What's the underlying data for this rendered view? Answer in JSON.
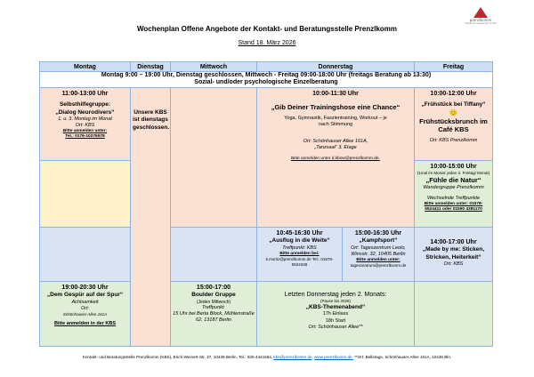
{
  "title": "Wochenplan Offene Angebote der Kontakt- und Beratungsstelle Prenzlkomm",
  "stand": "Stand 18. März 2026",
  "logo": {
    "name": "prenzlkomm",
    "sub": "Soziale Dienstleistungen GmbH",
    "color": "#c0282d"
  },
  "days": [
    "Montag",
    "Dienstag",
    "Mittwoch",
    "Donnerstag",
    "Freitag"
  ],
  "info": {
    "line1": "Montag 9:00 – 19:00 Uhr, Dienstag geschlossen, Mittwoch - Freitag 09:00-18:00 Uhr (freitags Beratung ab 13:30)",
    "line2": "Sozial- und/oder psychologische Einzelberatung"
  },
  "mo1": {
    "time": "11:00-13:00 Uhr",
    "title1": "Selbsthilfegruppe:",
    "title2": "„Dialog Neurodivers“",
    "when": "1. u. 3. Montag im Monat",
    "ort": "Ort: KBS",
    "reg": "Bitte anmelden unter:",
    "tel": "Tel.: 0176-10276578"
  },
  "di": "Unsere KBS ist dienstags geschlossen.",
  "do1": {
    "time": "10:00-11:30 Uhr",
    "title": "„Gib Deiner Trainingshose eine Chance“",
    "desc": "Yoga, Gymnastik, Faszientraining, Workout – je nach Stimmung",
    "ort1": "Ort: Schönhauser Allee 161A,",
    "ort2": "„Tanzsaal“ 3. Etage",
    "reg": "Bitte anmelden unter d.kbow@prenzlkomm.de."
  },
  "fr1": {
    "time": "10:00-12:00 Uhr",
    "title": "„Frühstück bei Tiffany“",
    "emoji": "😊",
    "sub": "Frühstücksbrunch im Café KBS",
    "ort": "Ort: KBS Prenzlkomm"
  },
  "fr2": {
    "time": "10:00-15:00 Uhr",
    "note": "(1mal im Monat: jeden 2. Freitag/ Monat)",
    "title": "„Fühle die Natur“",
    "sub": "Wandergruppe Prenzlkomm",
    "ort": "Wechselnde Treffpunkte",
    "reg": "Bitte anmelden unter: 01578-5524411 oder 01590 4381170"
  },
  "do2": {
    "time": "10:45-16:30 Uhr",
    "title": "„Ausflug in die Weite“",
    "ort": "Treffpunkt: KBS",
    "reg": "Bitte anmelden bei:",
    "contact": "k.moritz@prenzlkomm.de Tel.: 01578-5524348"
  },
  "do3": {
    "time": "15:00-16:30 Uhr",
    "title": "„Kampfsport“",
    "ort": "Ort: Tageszentrum Leolo, Winsstr. 32, 10405 Berlin",
    "reg": "Bitte anmelden unter:",
    "mail": "tageszentrum@prenzlkomm.de"
  },
  "fr3": {
    "time": "14:00-17:00 Uhr",
    "title": "„Made by me: Sticken, Stricken, Heiterkeit“",
    "ort": "Ort: KBS"
  },
  "mo2": {
    "time": "19:00-20:30 Uhr",
    "title": "„Dem Gespür auf der Spur“",
    "sub": "Achtsamkeit",
    "ort": "Ort:",
    "addr": "Schönhauser Allee 161A",
    "reg": "Bitte anmelden in der KBS"
  },
  "mi2": {
    "time": "15:00-17:00",
    "title": "Boulder Gruppe",
    "when": "(Jeden Mittwoch)",
    "ort": "Treffpunkt:",
    "addr": "15 Uhr bei Berta Block, Mühlenstraße 62, 13187 Berlin"
  },
  "do4": {
    "head": "Letzten Donnerstag jeden 2. Monats:",
    "note": "(Pause bis 2026)",
    "title": "„KBS-Themenabend“",
    "l1": "17h Einlass",
    "l2": "18h Start",
    "ort": "Ort: Schönhauser Allee**"
  },
  "footer": {
    "text": "Kontakt- und Beratungsstelle Prenzlkomm (KBS), Erich-Weinert-Str. 37, 10439 Berlin, Tel.: 030-4441664,",
    "mail": "kbs@prenzlkomm.de",
    "sep": ",",
    "web": "www.prenzlkomm.de.",
    "note": "**Ort: Belletage, Schönhauser Allee 161A, 10435 Bln."
  }
}
